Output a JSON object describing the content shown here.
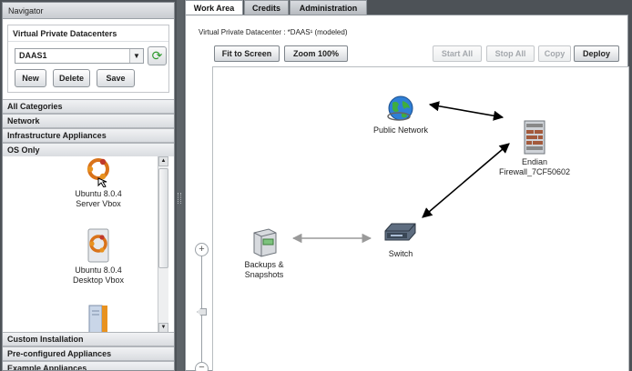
{
  "navigator": {
    "title": "Navigator",
    "vpd_panel": {
      "title": "Virtual Private Datacenters",
      "selected": "DAAS1",
      "buttons": {
        "new": "New",
        "delete": "Delete",
        "save": "Save"
      }
    },
    "categories_top": [
      "All Categories",
      "Network",
      "Infrastructure Appliances",
      "OS Only"
    ],
    "appliances": [
      {
        "name": "Ubuntu 8.0.4",
        "sub": "Server Vbox"
      },
      {
        "name": "Ubuntu 8.0.4",
        "sub": "Desktop Vbox"
      }
    ],
    "categories_bottom": [
      "Custom Installation",
      "Pre-configured Appliances",
      "Example Appliances"
    ]
  },
  "tabs": [
    "Work Area",
    "Credits",
    "Administration"
  ],
  "work_area": {
    "path": "Virtual Private Datacenter : *DAAS¹ (modeled)",
    "toolbar": {
      "fit": "Fit to Screen",
      "zoom": "Zoom 100%",
      "start_all": "Start All",
      "stop_all": "Stop All",
      "copy": "Copy",
      "deploy": "Deploy"
    },
    "nodes": {
      "public_network": {
        "label": "Public Network",
        "icon": "globe-icon"
      },
      "firewall": {
        "label1": "Endian",
        "label2": "Firewall_7CF50602",
        "icon": "firewall-icon"
      },
      "switch": {
        "label": "Switch",
        "icon": "switch-icon"
      },
      "backups": {
        "label1": "Backups &",
        "label2": "Snapshots",
        "icon": "storage-icon"
      }
    },
    "colors": {
      "link_active": "#000000",
      "link_inactive": "#9a9a9a"
    }
  }
}
